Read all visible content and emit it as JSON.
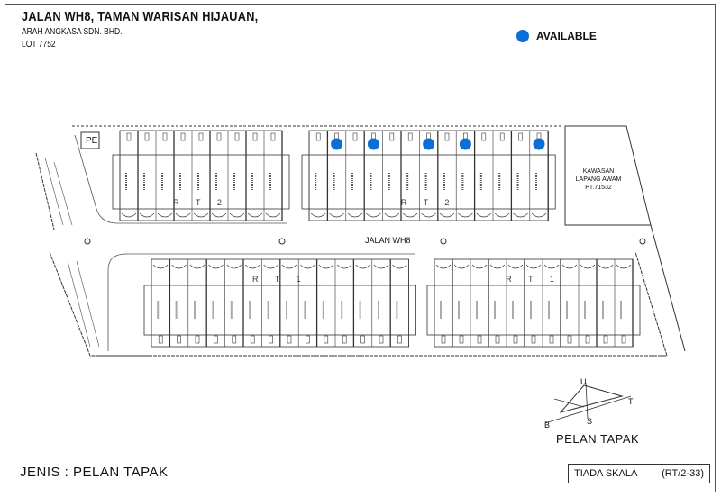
{
  "header": {
    "title": "JALAN WH8, TAMAN WARISAN HIJAUAN,",
    "developer": "ARAH ANGKASA SDN. BHD.",
    "lot": "LOT 7752"
  },
  "legend": {
    "label": "AVAILABLE",
    "color": "#0b6fd6",
    "icon": "filled-circle"
  },
  "plan": {
    "road_name": "JALAN WH8",
    "pe_label": "PE",
    "open_space": {
      "name": "KAWASAN LAPANG AWAM",
      "lot": "PT.71532"
    },
    "blocks": [
      {
        "label": "R T 2",
        "position": "top-left",
        "lot_count": 9,
        "available_lots": []
      },
      {
        "label": "R T 2",
        "position": "top-middle",
        "lot_count": 13,
        "available_lots": [
          2,
          4,
          7,
          9,
          13
        ]
      },
      {
        "label": "R T 1",
        "position": "bottom-left",
        "lot_count": 14,
        "available_lots": []
      },
      {
        "label": "R T 1",
        "position": "bottom-right",
        "lot_count": 11,
        "available_lots": []
      }
    ],
    "compass": {
      "north": "U",
      "south": "S",
      "east": "T",
      "west": "B"
    }
  },
  "footer": {
    "type": "JENIS : PELAN TAPAK",
    "plan_title": "PELAN TAPAK",
    "scale": "TIADA SKALA",
    "ref": "(RT/2-33)"
  }
}
